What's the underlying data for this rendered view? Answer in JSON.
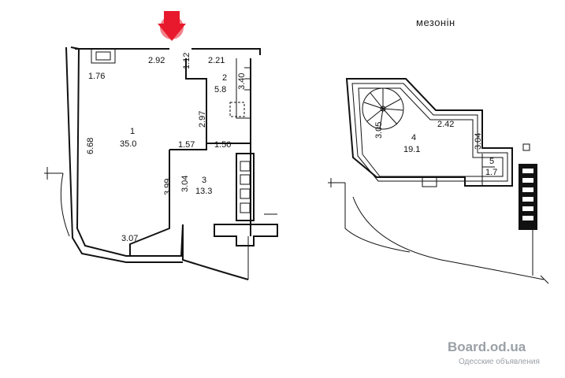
{
  "mezzanine_title": "мезонін",
  "ground": {
    "rooms": [
      {
        "number": "1",
        "area": "35.0"
      },
      {
        "number": "2",
        "area": "5.8"
      },
      {
        "number": "3",
        "area": "13.3"
      }
    ],
    "dims": [
      "2.92",
      "1.12",
      "2.21",
      "1.76",
      "3.40",
      "2.97",
      "6.68",
      "1.57",
      "1.50",
      "3.99",
      "3.04",
      "3.07"
    ]
  },
  "mezzanine": {
    "rooms": [
      {
        "number": "4",
        "area": "19.1"
      },
      {
        "number": "5",
        "area": "1.7"
      }
    ],
    "dims": [
      "3.05",
      "2.42",
      "3.04"
    ]
  },
  "watermark": {
    "site": "Board.od.ua",
    "tagline": "Одесские объявления"
  },
  "colors": {
    "marker": "#e8192c",
    "ink": "#111111"
  }
}
